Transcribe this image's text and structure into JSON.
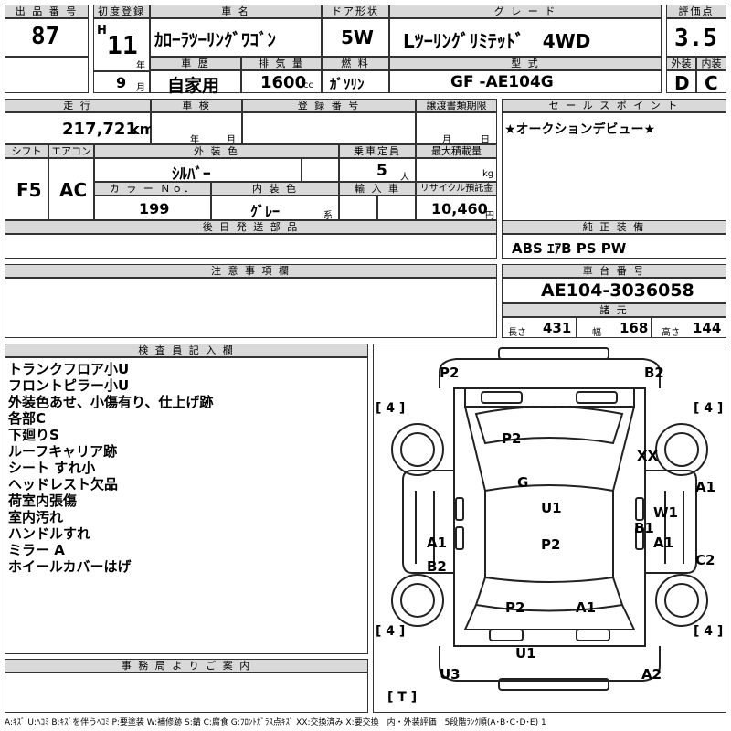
{
  "labels": {
    "lot_no": "出 品 番 号",
    "first_reg": "初度登録",
    "car_name": "車 名",
    "door": "ドア形状",
    "grade": "グ レ ー ド",
    "score": "評価点",
    "history": "車 歴",
    "displacement": "排 気 量",
    "fuel": "燃 料",
    "model_code": "型 式",
    "exterior": "外装",
    "interior": "内装",
    "mileage": "走 行",
    "inspection": "車 検",
    "reg_no": "登 録 番 号",
    "transfer": "譲渡書類期限",
    "sales_point": "セ ー ル ス ポ イ ン ト",
    "shift": "シフト",
    "aircon": "エアコン",
    "ext_color": "外 装 色",
    "capacity": "乗車定員",
    "max_load": "最大積載量",
    "color_no": "カ ラ ー Ｎｏ．",
    "int_color": "内 装 色",
    "import": "輸 入 車",
    "recycle": "リサイクル預託金",
    "later_parts": "後 日 発 送 部 品",
    "genuine": "純 正 装 備",
    "notes": "注 意 事 項 欄",
    "chassis": "車 台 番 号",
    "specs": "諸 元",
    "inspector": "検 査 員 記 入 欄",
    "office": "事 務 局 よ り ご 案 内"
  },
  "units": {
    "year": "年",
    "month": "月",
    "cc": "cc",
    "km": "km",
    "person": "人",
    "kg": "kg",
    "yen": "円",
    "kei": "系"
  },
  "values": {
    "lot_no": "87",
    "era": "H",
    "reg_year": "11",
    "reg_month": "9",
    "car_name": "ｶﾛｰﾗﾂｰﾘﾝｸﾞﾜｺﾞﾝ",
    "door": "5W",
    "grade": "Lﾂｰﾘﾝｸﾞﾘﾐﾃｯﾄﾞ　4WD",
    "score": "3.5",
    "history": "自家用",
    "displacement": "1600",
    "fuel": "ｶﾞｿﾘﾝ",
    "model_code": "GF -AE104G",
    "exterior": "D",
    "interior": "C",
    "mileage": "217,721",
    "sales_point": "★オークションデビュー★",
    "shift": "F5",
    "aircon": "AC",
    "ext_color": "ｼﾙﾊﾞｰ",
    "capacity": "5",
    "color_no": "199",
    "int_color": "ｸﾞﾚｰ",
    "recycle": "10,460",
    "genuine": "ABS ｴｱB PS PW",
    "chassis": "AE104-3036058",
    "length_label": "長さ",
    "length": "431",
    "width_label": "幅",
    "width": "168",
    "height_label": "高さ",
    "height": "144"
  },
  "remarks": [
    "トランクフロア小U",
    "フロントピラー小U",
    "外装色あせ、小傷有り、仕上げ跡",
    "各部C",
    "下廻りS",
    "ルーフキャリア跡",
    "シート すれ小",
    "ヘッドレスト欠品",
    "荷室内張傷",
    "室内汚れ",
    "ハンドルすれ",
    "ミラー A",
    "ホイールカバーはげ"
  ],
  "diagram_marks": {
    "m1": "P2",
    "m2": "B2",
    "m3": "P2",
    "m4": "XX",
    "m5": "G",
    "m6": "U1",
    "m7": "A1",
    "m8": "W1",
    "m9": "B1",
    "m10": "A1",
    "m11": "A1",
    "m12": "P2",
    "m13": "B2",
    "m14": "C2",
    "m15": "P2",
    "m16": "A1",
    "m17": "U1",
    "m18": "U3",
    "m19": "A2",
    "tire_fl": "4",
    "tire_fr": "4",
    "tire_rl": "4",
    "tire_rr": "4",
    "spare": "T"
  },
  "legend": "A:ｷｽﾞ U:ﾍｺﾐ B:ｷｽﾞを伴うﾍｺﾐ P:要塗装 W:補修跡 S:錆 C:腐食 G:ﾌﾛﾝﾄｶﾞﾗｽ点ｷｽﾞ XX:交換済み X:要交換　内・外装評価　5段階ﾗﾝｸ順(A･B･C･D･E) 1"
}
